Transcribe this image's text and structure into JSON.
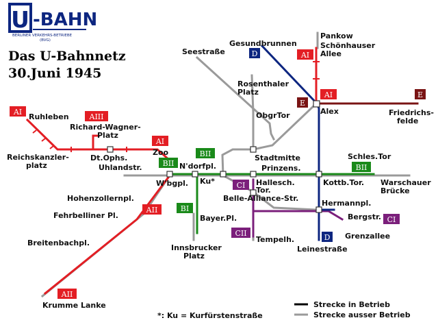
{
  "logo": {
    "mark": "U",
    "name": "-BAHN",
    "sub1": "BERLINER VERKEHRS-BETRIEBE",
    "sub2": "(BVG)"
  },
  "title": {
    "line1": "Das U-Bahnnetz",
    "line2": "30.Juni 1945"
  },
  "colors": {
    "AI": "#e31e24",
    "AII": "#e31e24",
    "AIII": "#e31e24",
    "BI": "#1a8a1a",
    "BII": "#1a8a1a",
    "CI": "#7b1f7b",
    "CII": "#7b1f7b",
    "D": "#0d2680",
    "E": "#7a1414",
    "closed": "#9a9a9a"
  },
  "line_tags": {
    "ai_pankow": "AI",
    "ai_alex": "AI",
    "ai_ruhleben": "AI",
    "ai_zoo": "AI",
    "aii_fehrbelliner": "AII",
    "aii_krumme": "AII",
    "aiii_rwp": "AIII",
    "bii_uhland": "BII",
    "bii_stadtmitte": "BII",
    "bii_schles": "BII",
    "bi_bayer": "BI",
    "ci_hallesch": "CI",
    "ci_bergstr": "CI",
    "cii_tempelhof": "CII",
    "d_gesund": "D",
    "d_leine": "D",
    "e_alex": "E",
    "e_friedrichsfelde": "E"
  },
  "stations": {
    "pankow": "Pankow",
    "schoenhauser": "Schönhauser",
    "allee": "Allee",
    "gesundbrunnen": "Gesundbrunnen",
    "seestrasse": "Seestraße",
    "rosenthaler1": "Rosenthaler",
    "rosenthaler2": "Platz",
    "obrgtor": "ObgrTor",
    "alex": "Alex",
    "friedrichs1": "Friedrichs-",
    "friedrichs2": "felde",
    "ruhleben": "Ruhleben",
    "rwp1": "Richard-Wagner-",
    "rwp2": "Platz",
    "reichskanzler1": "Reichskanzler-",
    "reichskanzler2": "platz",
    "zoo": "Zoo",
    "dtophs": "Dt.Ophs.",
    "uhlandstr": "Uhlandstr.",
    "ndorfpl": "N'dorfpl.",
    "wbgpl": "W'bgpl.",
    "ku": "Ku*",
    "stadtmitte": "Stadtmitte",
    "prinzens": "Prinzens.",
    "schlestor": "Schles.Tor",
    "kottbtor": "Kottb.Tor.",
    "warschauer1": "Warschauer",
    "warschauer2": "Brücke",
    "hallesch1": "Hallesch.",
    "hallesch2": "Tor.",
    "belle": "Belle-Alliance-Str.",
    "hermannpl": "Hermannpl.",
    "bergstr": "Bergstr.",
    "grenzallee": "Grenzallee",
    "hohenzollern": "Hohenzollernpl.",
    "fehrbelliner": "Fehrbelliner Pl.",
    "bayerpl": "Bayer.Pl.",
    "breitenbach": "Breitenbachpl.",
    "innsbrucker1": "Innsbrucker",
    "innsbrucker2": "Platz",
    "tempelh": "Tempelh.",
    "leinestrasse": "Leinestraße",
    "krumme": "Krumme Lanke"
  },
  "legend": {
    "active": "Strecke in Betrieb",
    "inactive": "Strecke ausser Betrieb",
    "active_color": "#000000",
    "inactive_color": "#9a9a9a"
  },
  "footnote": "*: Ku = Kurfürstenstraße"
}
